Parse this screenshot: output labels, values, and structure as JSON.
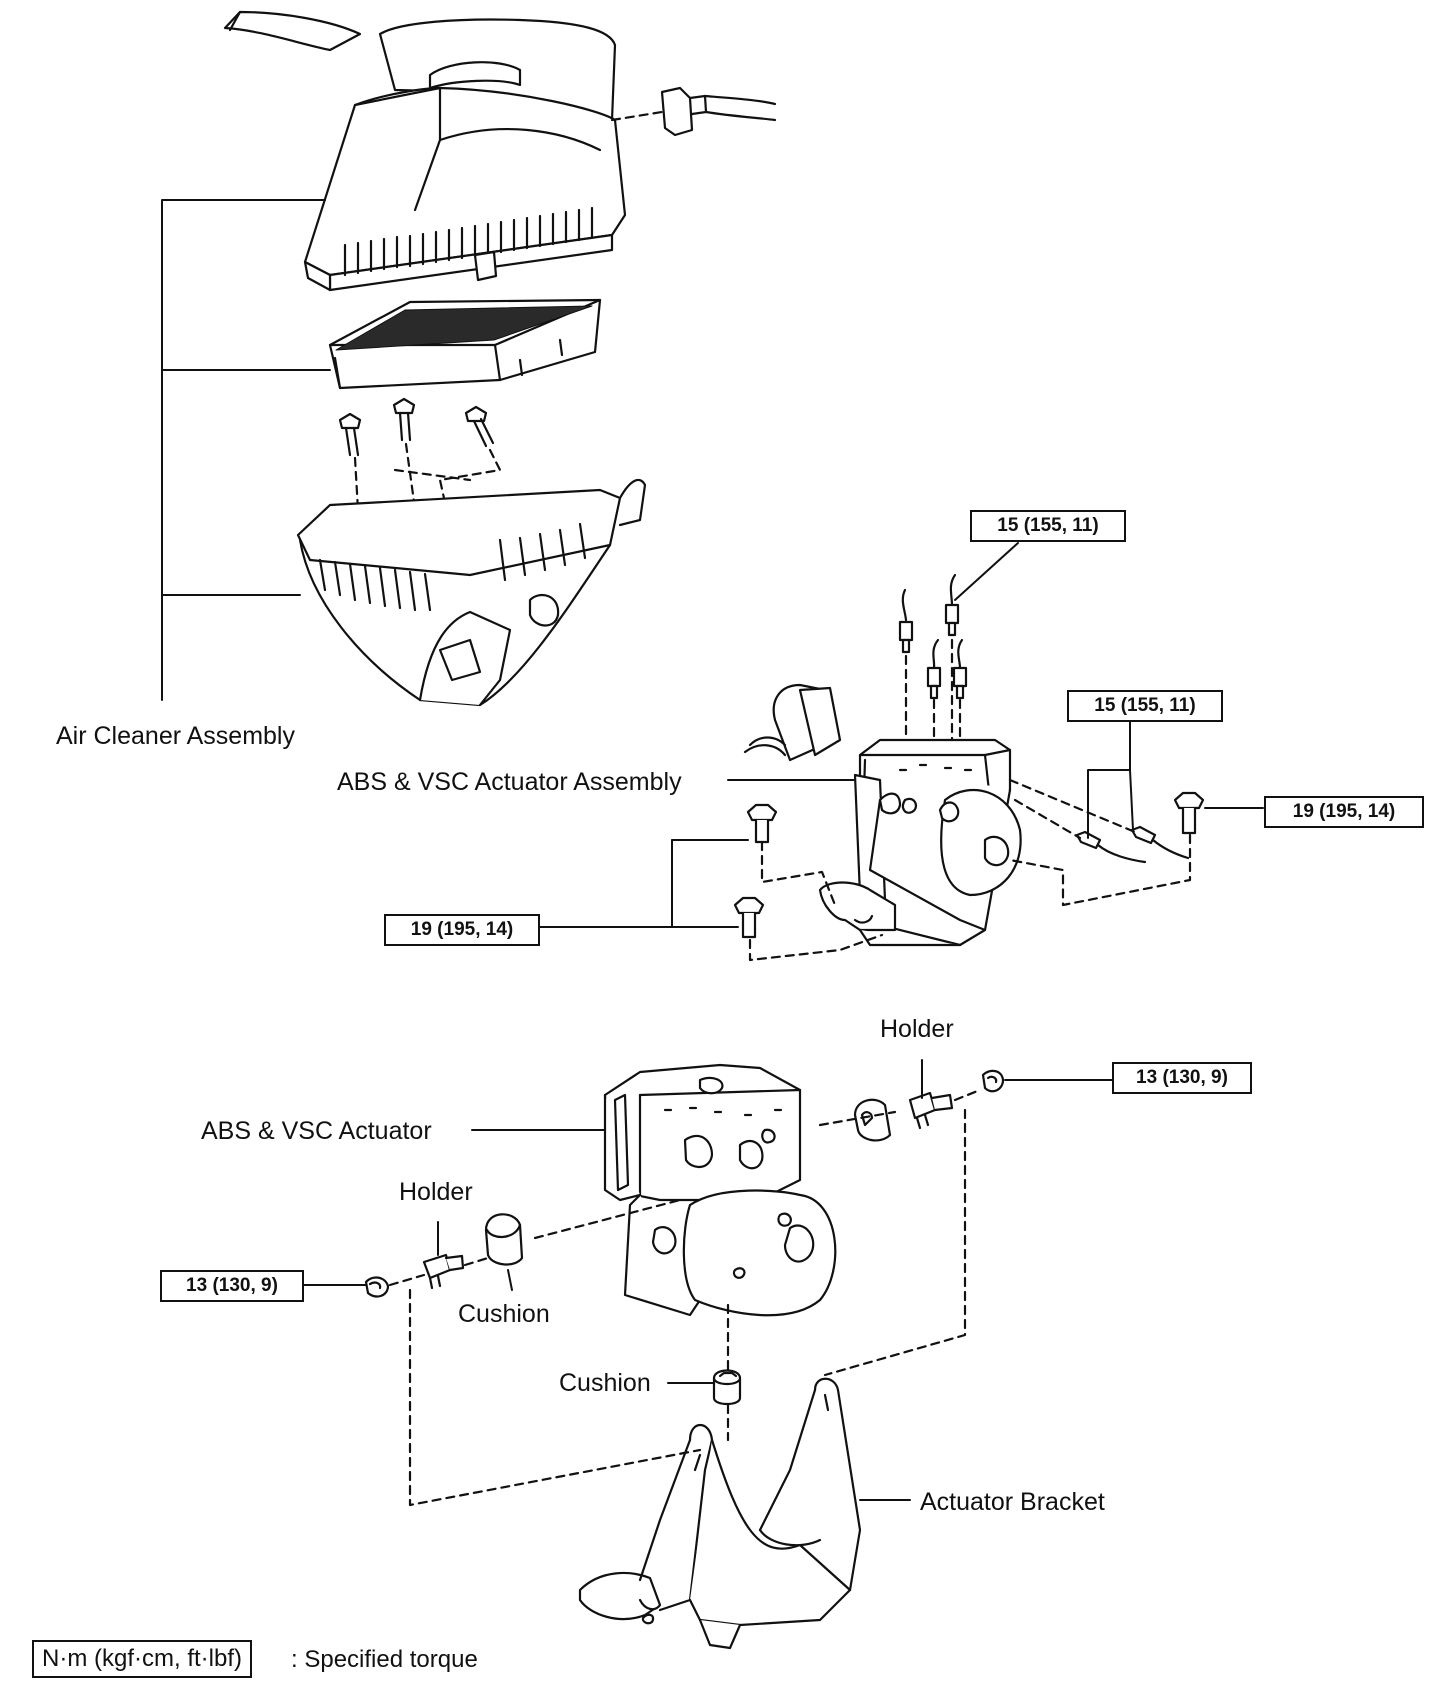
{
  "labels": {
    "air_cleaner_assembly": "Air Cleaner Assembly",
    "abs_vsc_actuator_assembly": "ABS & VSC Actuator Assembly",
    "abs_vsc_actuator": "ABS & VSC Actuator",
    "holder_upper": "Holder",
    "holder_lower": "Holder",
    "cushion_left": "Cushion",
    "cushion_bottom": "Cushion",
    "actuator_bracket": "Actuator Bracket"
  },
  "torque_specs": {
    "brake_line_top": "15 (155, 11)",
    "brake_line_right": "15 (155, 11)",
    "bolt_right": "19 (195, 14)",
    "bolt_left": "19 (195, 14)",
    "nut_upper_right": "13 (130, 9)",
    "nut_lower_left": "13 (130, 9)"
  },
  "legend": {
    "unit": "N·m (kgf·cm, ft·lbf)",
    "description": ": Specified torque"
  }
}
